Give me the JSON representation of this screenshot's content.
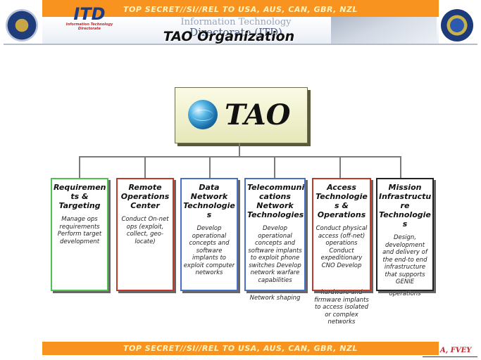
{
  "classification": {
    "top": "TOP SECRET//SI//REL TO USA, AUS, CAN, GBR, NZL",
    "bottom": "TOP SECRET//SI//REL TO USA, AUS, CAN, GBR, NZL",
    "fvey_fragment": "A, FVEY"
  },
  "header": {
    "itd_logo": "ITD",
    "itd_sub": "Information Technology Directorate",
    "ghost_line1": "Information Technology",
    "ghost_line2": "Directorate (ITD)",
    "title": "TAO Organization"
  },
  "root": {
    "label": "TAO"
  },
  "units": [
    {
      "title": "Requiremen ts & Targeting",
      "desc": "Manage ops requirements Perform target development",
      "border": "#4fc24f"
    },
    {
      "title": "Remote Operations Center",
      "desc": "Conduct On-net ops (exploit, collect, geo-locate)",
      "border": "#c0392b"
    },
    {
      "title": "Data Network Technologie s",
      "desc": "Develop operational concepts and software implants to exploit computer networks",
      "border": "#4a6fc8"
    },
    {
      "title": "Telecommuni cations Network Technologies",
      "desc": "Develop operational concepts and software implants to exploit phone switches Develop network warfare capabilities",
      "overflow": "Network shaping",
      "border": "#4a6fc8"
    },
    {
      "title": "Access Technologie s & Operations",
      "desc": "Conduct physical access (off-net) operations Conduct expeditionary CNO Develop",
      "overflow": "hardware and firmware implants to access isolated or complex networks",
      "border": "#c0392b"
    },
    {
      "title": "Mission Infrastructu re Technologie s",
      "desc": "Design, development and delivery of the end-to end infrastructure that supports GENIE",
      "overflow": "operations",
      "border": "#222222"
    }
  ],
  "colors": {
    "banner": "#f7931e",
    "banner_text": "#fff4c0",
    "root_fill": "#f3f3d2"
  }
}
